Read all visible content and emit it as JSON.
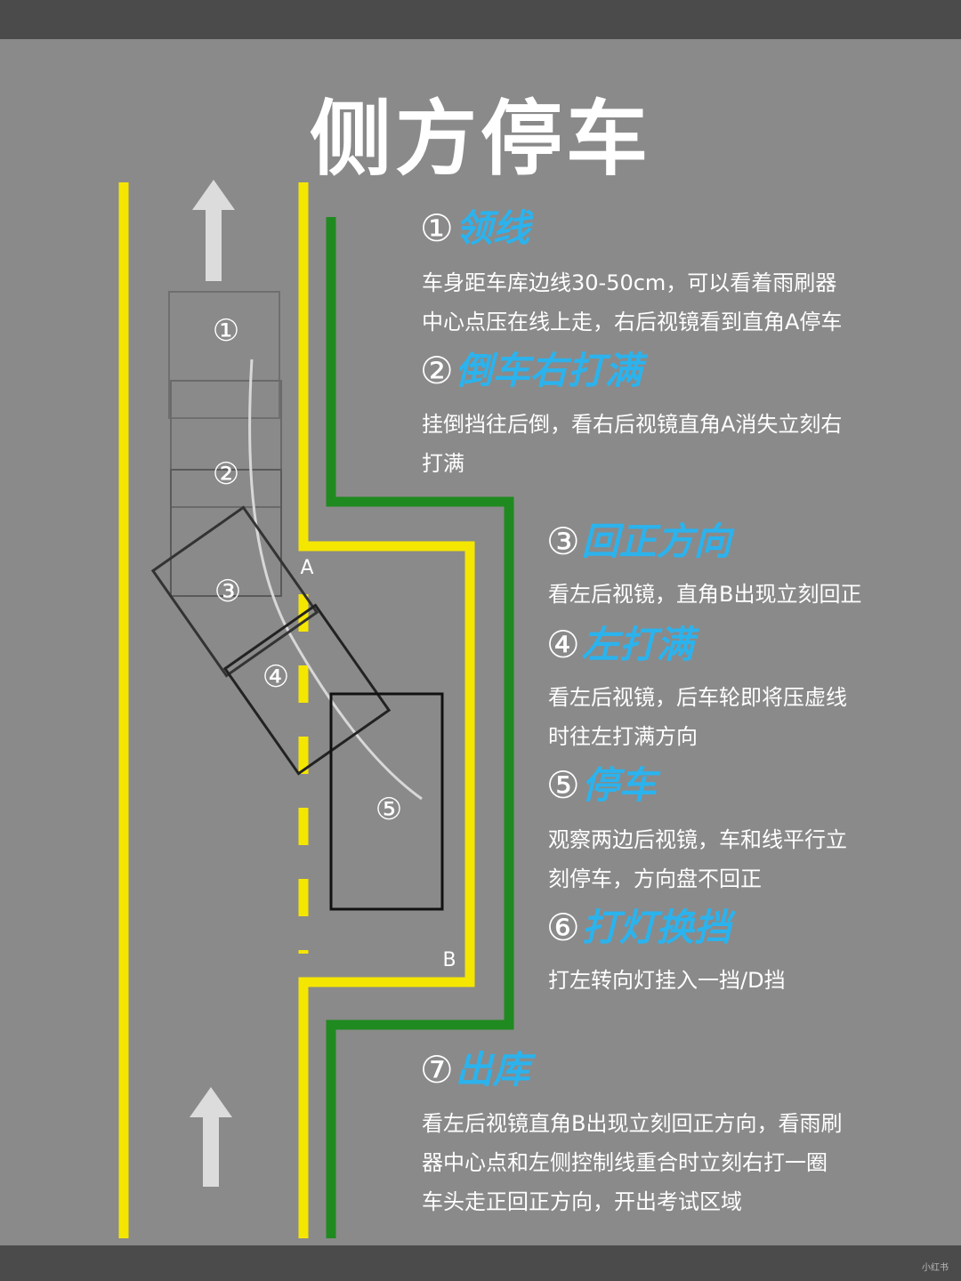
{
  "title": "侧方停车",
  "steps": [
    {
      "num": "①",
      "name": "领线",
      "lines": [
        "车身距车库边线30-50cm，可以看着雨刷器",
        "中心点压在线上走，右后视镜看到直角A停车"
      ]
    },
    {
      "num": "②",
      "name": "倒车右打满",
      "lines": [
        "挂倒挡往后倒，看右后视镜直角A消失立刻右",
        "打满"
      ]
    },
    {
      "num": "③",
      "name": "回正方向",
      "lines": [
        "看左后视镜，直角B出现立刻回正"
      ]
    },
    {
      "num": "④",
      "name": "左打满",
      "lines": [
        "看左后视镜，后车轮即将压虚线",
        "时往左打满方向"
      ]
    },
    {
      "num": "⑤",
      "name": "停车",
      "lines": [
        "观察两边后视镜，车和线平行立",
        "刻停车，方向盘不回正"
      ]
    },
    {
      "num": "⑥",
      "name": "打灯换挡",
      "lines": [
        "打左转向灯挂入一挡/D挡"
      ]
    },
    {
      "num": "⑦",
      "name": "出库",
      "lines": [
        "看左后视镜直角B出现立刻回正方向，看雨刷",
        "器中心点和左侧控制线重合时立刻右打一圈",
        "车头走正回正方向，开出考试区域"
      ]
    }
  ],
  "diagram": {
    "car_labels": [
      "①",
      "②",
      "③",
      "④",
      "⑤"
    ],
    "corner_a": "A",
    "corner_b": "B"
  },
  "colors": {
    "background": "#8a8a8a",
    "yellow_line": "#f5e600",
    "green_line": "#1f8a1f",
    "step_name": "#2bb3ee",
    "text": "#ffffff"
  },
  "icons": [
    "up-arrow-icon",
    "up-arrow-icon"
  ],
  "watermark": "小红书"
}
